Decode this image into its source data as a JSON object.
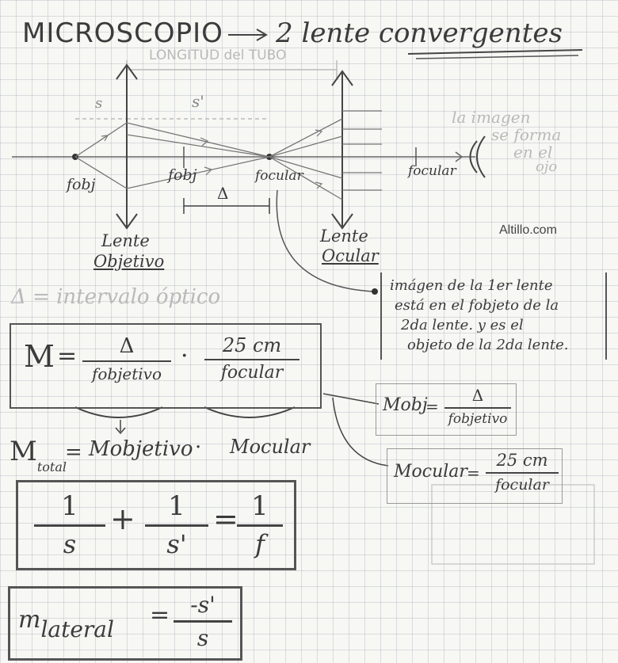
{
  "title": {
    "left": "MICROSCOPIO",
    "right": "2 lente convergentes"
  },
  "diagram": {
    "tube_length_label": "LONGITUD del TUBO",
    "s_label": "s",
    "s_prime_label": "s'",
    "delta_label": "Δ",
    "f_obj_left": "fobj",
    "f_obj_right": "fobj",
    "f_ocular_center": "focular",
    "f_ocular_right": "focular",
    "lens_objective": [
      "Lente",
      "Objetivo"
    ],
    "lens_ocular": [
      "Lente",
      "Ocular"
    ],
    "eye_note": [
      "la imagen",
      "se forma",
      "en el",
      "ojo"
    ]
  },
  "faint_note": "Δ = intervalo óptico",
  "watermark": "Altillo.com",
  "note_box": [
    "imágen de la 1er lente",
    "está en el fobjeto de la",
    "2da lente. y es el",
    "objeto de la 2da lente."
  ],
  "formula_M": {
    "lhs": "M",
    "eq": "=",
    "f1_num": "Δ",
    "f1_den": "fobjetivo",
    "dot": "·",
    "f2_num": "25 cm",
    "f2_den": "focular"
  },
  "m_total": {
    "lhs": "M",
    "lhs_sub": "total",
    "eq": "=",
    "term1": "Mobjetivo",
    "dot": "·",
    "term2": "Mocular"
  },
  "m_obj": {
    "lhs": "Mobj",
    "eq": "=",
    "num": "Δ",
    "den": "fobjetivo"
  },
  "m_ocular": {
    "lhs": "Mocular",
    "eq": "=",
    "num": "25 cm",
    "den": "focular"
  },
  "lens_equation": {
    "t1_num": "1",
    "t1_den": "s",
    "plus": "+",
    "t2_num": "1",
    "t2_den": "s'",
    "eq": "=",
    "t3_num": "1",
    "t3_den": "f"
  },
  "m_lateral": {
    "lhs": "m",
    "lhs_sub": "lateral",
    "eq": "=",
    "num": "-s'",
    "den": "s"
  },
  "ink_color": "#3b3b3b",
  "grid_color": "#8c96a5"
}
